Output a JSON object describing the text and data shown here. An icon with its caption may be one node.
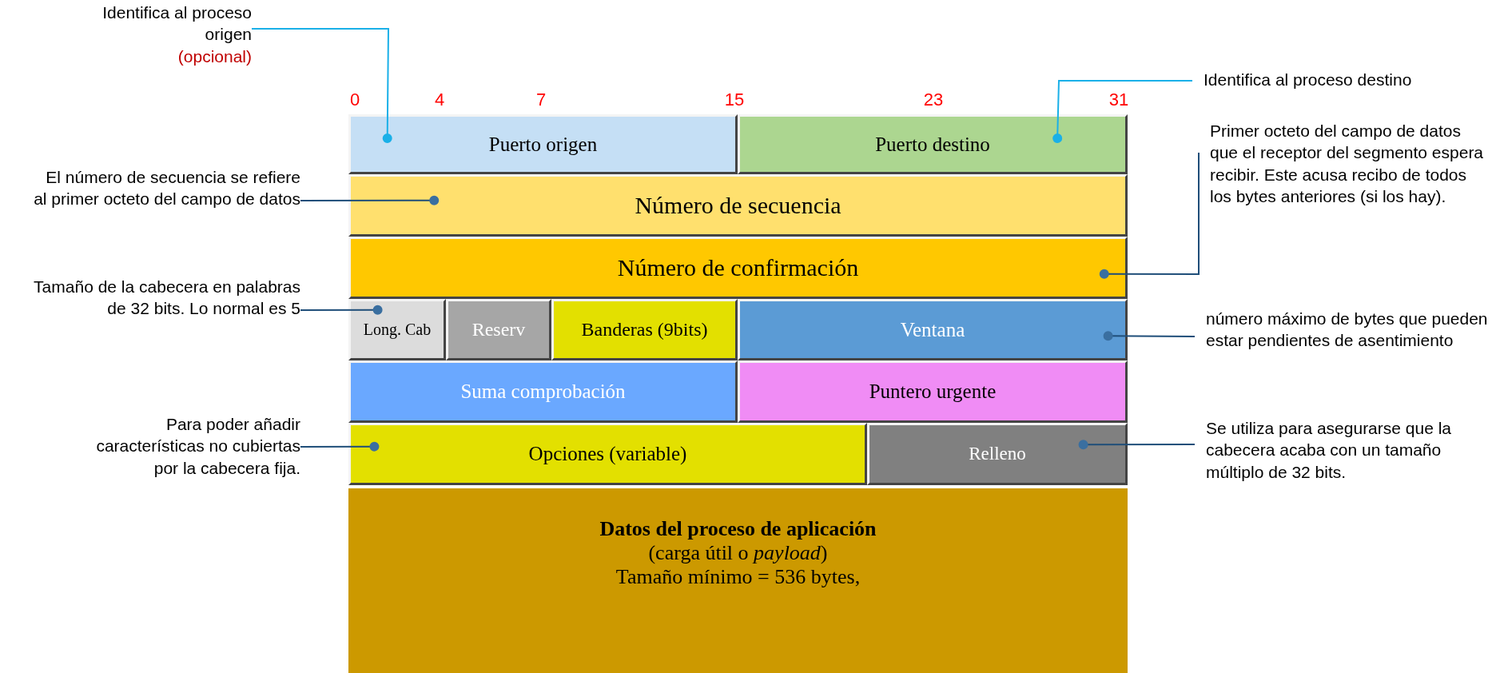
{
  "diagram": {
    "nodes": [
      {
        "text": [
          "Puerto origen"
        ]
      },
      {
        "text": [
          "Puerto destino"
        ]
      },
      {
        "text": [
          "Número de secuencia"
        ]
      },
      {
        "text": [
          "Número de confirmación"
        ]
      },
      {
        "text": [
          "Long. Cab"
        ]
      },
      {
        "text": [
          "Reserv"
        ]
      },
      {
        "text": [
          "Banderas (9bits)"
        ]
      },
      {
        "text": [
          "Ventana"
        ]
      },
      {
        "text": [
          "Suma comprobación"
        ]
      },
      {
        "text": [
          "Puntero urgente"
        ]
      },
      {
        "text": [
          "Opciones (variable)"
        ]
      },
      {
        "text": [
          "Relleno"
        ]
      },
      {
        "text": [
          "Datos del proceso de aplicación",
          "(carga útil o *payload*)",
          "Tamaño mínimo = 536 bytes,"
        ]
      },
      {
        "text": [
          "Identifica al proceso origen",
          "(opcional)"
        ]
      },
      {
        "text": [
          "Identifica al proceso destino"
        ]
      },
      {
        "text": [
          "El número de secuencia se refiere al primer octeto del campo de datos"
        ]
      },
      {
        "text": [
          "Primer octeto del campo de datos que el receptor del segmento espera recibir. Este acusa recibo de todos los bytes anteriores (si los hay)."
        ]
      },
      {
        "text": [
          "Tamaño de la cabecera en palabras de 32 bits. Lo normal es 5"
        ]
      },
      {
        "text": [
          "número máximo de bytes que pueden estar pendientes de asentimiento"
        ]
      },
      {
        "text": [
          "Para poder añadir características no cubiertas por la cabecera fija."
        ]
      },
      {
        "text": [
          "Se utiliza para asegurarse que la cabecera acaba con un tamaño múltiplo de 32 bits."
        ]
      }
    ],
    "edges": [
      {
        "from": 13,
        "to": 0,
        "arrow": "other",
        "color": "#1ab0e8"
      },
      {
        "from": 14,
        "to": 1,
        "arrow": "other",
        "color": "#1ab0e8"
      },
      {
        "from": 15,
        "to": 2,
        "arrow": "other"
      },
      {
        "from": 16,
        "to": 3,
        "arrow": "other"
      },
      {
        "from": 17,
        "to": 4,
        "arrow": "other"
      },
      {
        "from": 18,
        "to": 7,
        "arrow": "other"
      },
      {
        "from": 19,
        "to": 10,
        "arrow": "other"
      },
      {
        "from": 20,
        "to": 11,
        "arrow": "other"
      }
    ],
    "labels": [
      "0",
      "4",
      "7",
      "15",
      "23",
      "31"
    ]
  }
}
